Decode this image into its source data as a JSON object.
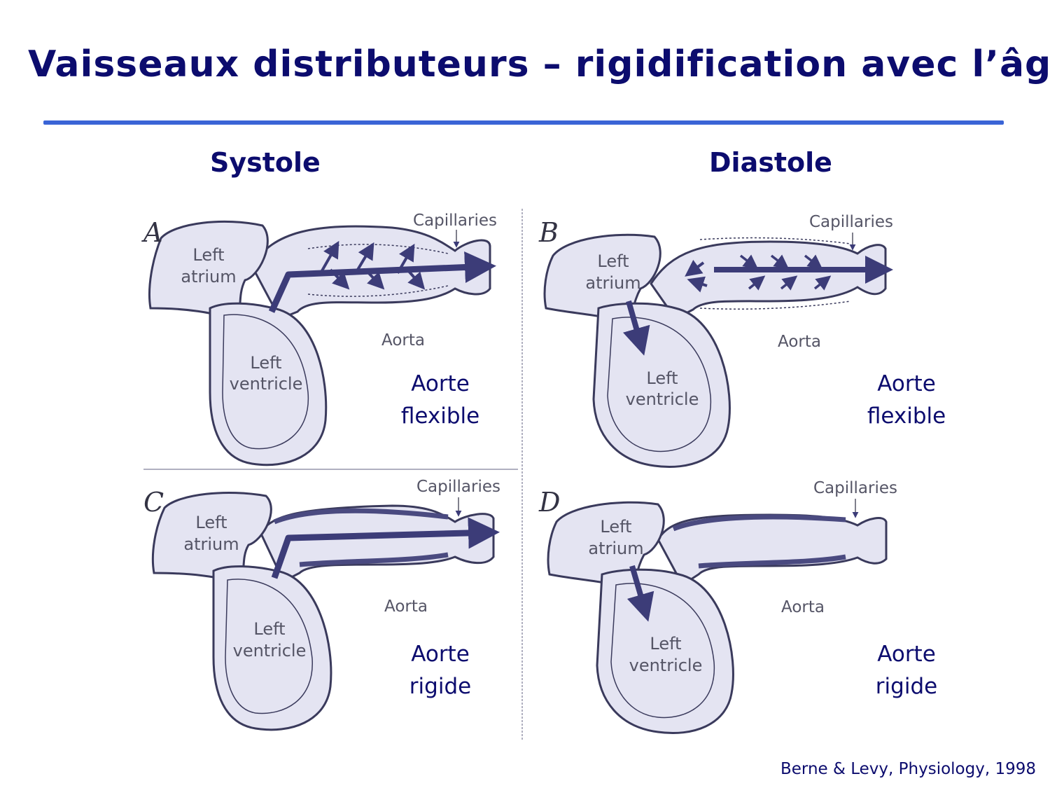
{
  "title": "Vaisseaux distributeurs – rigidification avec l’âge",
  "columns": {
    "left": "Systole",
    "right": "Diastole"
  },
  "panels": [
    {
      "letter": "A",
      "atrium": [
        "Left",
        "atrium"
      ],
      "ventricle": [
        "Left",
        "ventricle"
      ],
      "aorta": "Aorta",
      "capillaries": "Capillaries",
      "caption": [
        "Aorte",
        "flexible"
      ]
    },
    {
      "letter": "B",
      "atrium": [
        "Left",
        "atrium"
      ],
      "ventricle": [
        "Left",
        "ventricle"
      ],
      "aorta": "Aorta",
      "capillaries": "Capillaries",
      "caption": [
        "Aorte",
        "flexible"
      ]
    },
    {
      "letter": "C",
      "atrium": [
        "Left",
        "atrium"
      ],
      "ventricle": [
        "Left",
        "ventricle"
      ],
      "aorta": "Aorta",
      "capillaries": "Capillaries",
      "caption": [
        "Aorte",
        "rigide"
      ]
    },
    {
      "letter": "D",
      "atrium": [
        "Left",
        "atrium"
      ],
      "ventricle": [
        "Left",
        "ventricle"
      ],
      "aorta": "Aorta",
      "capillaries": "Capillaries",
      "caption": [
        "Aorte",
        "rigide"
      ]
    }
  ],
  "citation": "Berne & Levy,  Physiology, 1998",
  "colors": {
    "title": "#0c0c6e",
    "rule": "#3a64d6",
    "tissue": "#e4e4f2",
    "outline": "#3a3a5c",
    "arrow": "#3c3c78"
  }
}
